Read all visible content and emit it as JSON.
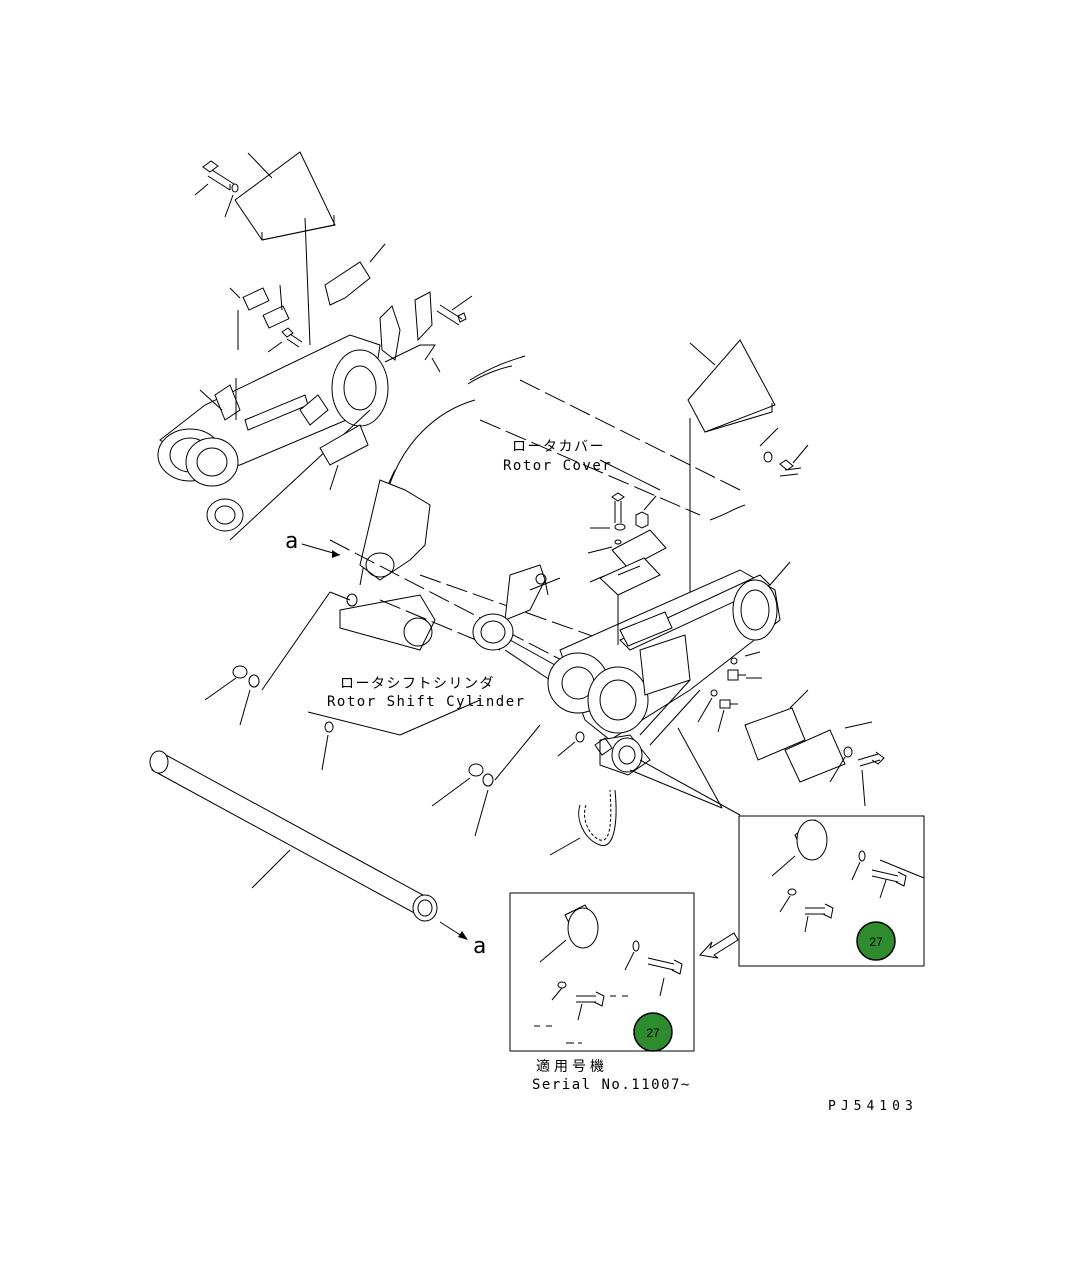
{
  "labels": {
    "rotor_cover_jp": "ロータカバー",
    "rotor_cover_en": "Rotor Cover",
    "rotor_shift_jp": "ロータシフトシリンダ",
    "rotor_shift_en": "Rotor Shift Cylinder",
    "marker_a": "a",
    "serial_jp": "適用号機",
    "serial_en": "Serial No.11007~",
    "drawing_code": "PJ54103"
  },
  "badges": {
    "detail_right": "27",
    "detail_bottom": "27"
  },
  "colors": {
    "badge_fill": "#2e8b2e",
    "badge_stroke": "#000000",
    "line": "#000000"
  }
}
